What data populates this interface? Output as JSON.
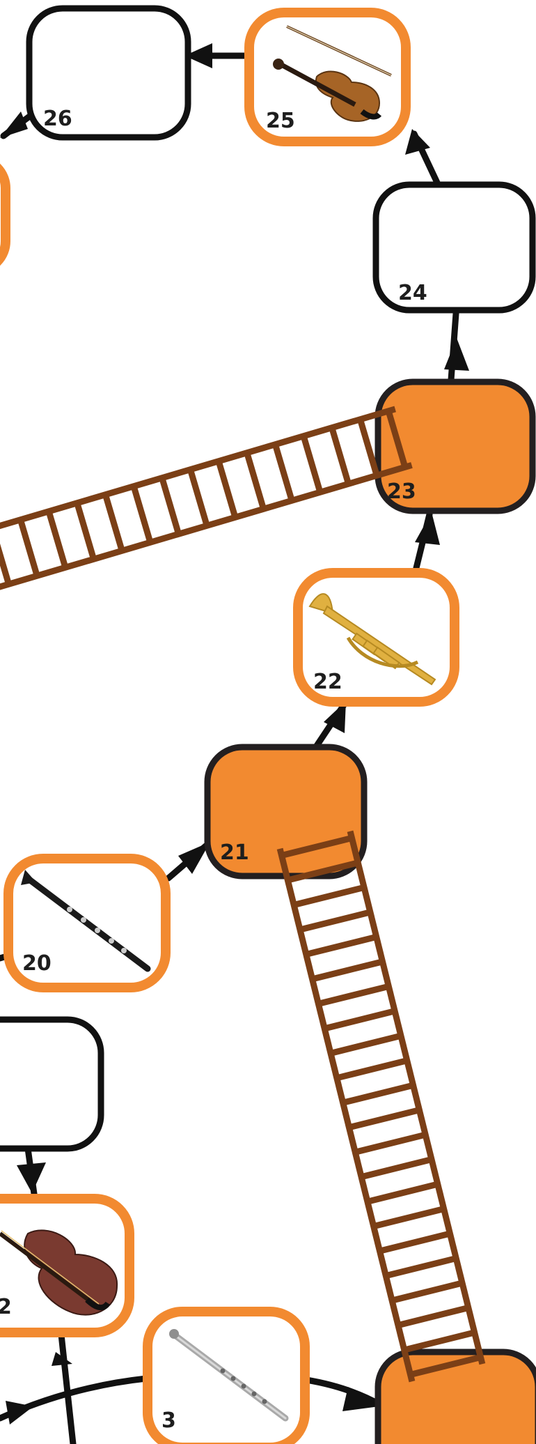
{
  "board": {
    "colors": {
      "tile_orange": "#f28a30",
      "tile_border_dark": "#231f20",
      "ladder_brown": "#7b3f16",
      "path_black": "#111111",
      "background": "#ffffff"
    },
    "tiles": [
      {
        "number": "26",
        "style": "plain",
        "instrument": null
      },
      {
        "number": "25",
        "style": "picture",
        "instrument": "violin-icon"
      },
      {
        "number": "24",
        "style": "plain",
        "instrument": null
      },
      {
        "number": "23",
        "style": "filled",
        "instrument": null
      },
      {
        "number": "22",
        "style": "picture",
        "instrument": "trumpet-icon"
      },
      {
        "number": "21",
        "style": "filled",
        "instrument": null
      },
      {
        "number": "20",
        "style": "picture",
        "instrument": "clarinet-icon"
      },
      {
        "number": "2",
        "style": "picture",
        "instrument": "viola-icon"
      },
      {
        "number": "3",
        "style": "picture",
        "instrument": "flute-icon"
      }
    ],
    "ladders": [
      {
        "name": "ladder-to-23",
        "top_tile": "23"
      },
      {
        "name": "ladder-to-21",
        "top_tile": "21"
      }
    ]
  }
}
